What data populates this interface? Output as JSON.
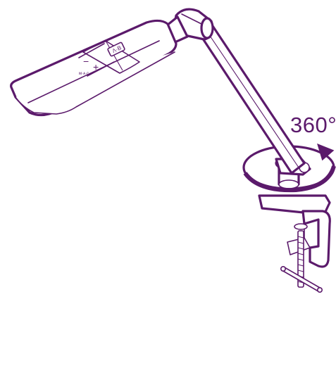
{
  "colors": {
    "outline": "#5b1a6b",
    "background": "#ffffff"
  },
  "rotation": {
    "label": "360°"
  },
  "lamp_head": {
    "minus_symbol": "−",
    "plus_symbol": "+",
    "mode_button_text": "Λ·B",
    "caption_text": "ᴍ·ᴀ·ᴄ"
  }
}
